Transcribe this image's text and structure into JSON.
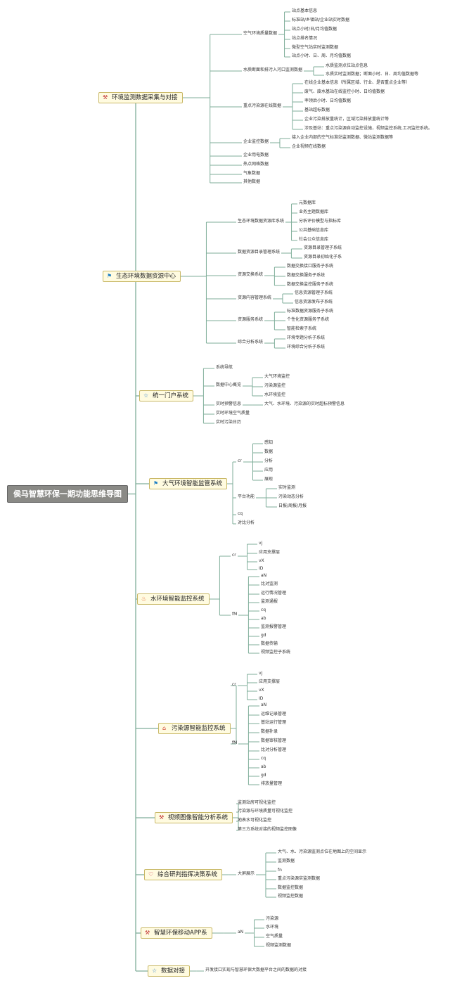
{
  "root": "侯马智慧环保一期功能思维导图",
  "colors": {
    "line": "#7fae9a",
    "root_bg": "#8a8a86",
    "branch_bg": "#fffbe0",
    "branch_border": "#c9b867"
  },
  "branches": [
    {
      "label": "环境监测数据采集与对接",
      "icon": "tools-icon",
      "children": [
        {
          "label": "空气环境质量数据",
          "children": [
            {
              "label": "站点基本信息"
            },
            {
              "label": "标准站/乡镇站/企业站实时数据"
            },
            {
              "label": "站点小时/日/月均值数据"
            },
            {
              "label": "站点排名情况"
            },
            {
              "label": "微型空气站实时监测数据"
            },
            {
              "label": "站点小时、日、周、月均值数据"
            }
          ]
        },
        {
          "label": "水质断面和排污入河口监测数据",
          "children": [
            {
              "label": "水质监测点位站点信息"
            },
            {
              "label": "水质实时监测数据；断面小时、日、周均值数据等"
            }
          ]
        },
        {
          "label": "重点污染源在线数据",
          "children": [
            {
              "label": "在线企业基本信息（所属区域、行业、是否重点企业等）"
            },
            {
              "label": "废气、废水基站在线监控小时、日均值数据"
            },
            {
              "label": "率领后小时、日均值数据"
            },
            {
              "label": "基站超标数据"
            },
            {
              "label": "企业污染排放量统计，区域污染排放量统计等"
            },
            {
              "label": "涉及基站：重点污染源自动监控设施，视频监控系统,工况监控系统。"
            }
          ]
        },
        {
          "label": "企业监控数据",
          "children": [
            {
              "label": "接入企业内部的空气标准站监测数据、微站监测数据等"
            },
            {
              "label": "企业视频在线数据"
            }
          ]
        },
        {
          "label": "企业用电数据"
        },
        {
          "label": "热点网格数据"
        },
        {
          "label": "气象数据"
        },
        {
          "label": "其他数据"
        }
      ]
    },
    {
      "label": "生态环境数据资源中心",
      "icon": "flag-icon",
      "children": [
        {
          "label": "生态环境数据资源库系统",
          "children": [
            {
              "label": "元数据库"
            },
            {
              "label": "业务主题数据库"
            },
            {
              "label": "分析评价模型与指标库"
            },
            {
              "label": "公共基础信息库"
            },
            {
              "label": "社会公众信息库"
            }
          ]
        },
        {
          "label": "数据资源目录管理系统",
          "children": [
            {
              "label": "资源目录管理子系统"
            },
            {
              "label": "资源目录初始化子系"
            }
          ]
        },
        {
          "label": "资源交换系统",
          "children": [
            {
              "label": "数据交换接口服务子系统"
            },
            {
              "label": "数据交换服务子系统"
            },
            {
              "label": "数据交换监控服务子系统"
            }
          ]
        },
        {
          "label": "资源内容管理系统",
          "children": [
            {
              "label": "信息资源管理子系统"
            },
            {
              "label": "信息资源发布子系统"
            }
          ]
        },
        {
          "label": "资源服务系统",
          "children": [
            {
              "label": "标准数据资源服务子系统"
            },
            {
              "label": "个性化资源服务子系统"
            },
            {
              "label": "智能检索子系统"
            }
          ]
        },
        {
          "label": "综合分析系统",
          "children": [
            {
              "label": "环境专题分析子系统"
            },
            {
              "label": "环境综合分析子系统"
            }
          ]
        }
      ]
    },
    {
      "label": "统一门户系统",
      "icon": "star-icon",
      "children": [
        {
          "label": "系统导航"
        },
        {
          "label": "数据中心概览",
          "children": [
            {
              "label": "大气环境监控"
            },
            {
              "label": "污染源监控"
            },
            {
              "label": "水环境监控"
            }
          ]
        },
        {
          "label": "实时预警信息",
          "children": [
            {
              "label": "大气、水环境、污染源的实时超标预警信息"
            }
          ]
        },
        {
          "label": "实时环境空气质量"
        },
        {
          "label": "实时污染日历"
        }
      ]
    },
    {
      "label": "大气环境智能监管系统",
      "icon": "flag-icon",
      "children": [
        {
          "label": "cr",
          "children": [
            {
              "label": "感知"
            },
            {
              "label": "数据"
            },
            {
              "label": "分析"
            },
            {
              "label": "应用"
            },
            {
              "label": "展现"
            }
          ]
        },
        {
          "label": "平台功能",
          "children": [
            {
              "label": "实时监测"
            },
            {
              "label": "污染动态分析"
            },
            {
              "label": "日报/周报/月报"
            }
          ]
        },
        {
          "label": "cq"
        },
        {
          "label": "对比分析"
        }
      ]
    },
    {
      "label": "水环境智能监控系统",
      "icon": "fire-icon",
      "children": [
        {
          "label": "cr",
          "children": [
            {
              "label": "vj"
            },
            {
              "label": "应用支撑层"
            },
            {
              "label": "vX"
            },
            {
              "label": "ID"
            }
          ]
        },
        {
          "label": "fM",
          "children": [
            {
              "label": "aN"
            },
            {
              "label": "比对监测"
            },
            {
              "label": "运行情况管理"
            },
            {
              "label": "监测通报"
            },
            {
              "label": "cq"
            },
            {
              "label": "ab"
            },
            {
              "label": "监测报警管理"
            },
            {
              "label": "gd"
            },
            {
              "label": "数据传输"
            },
            {
              "label": "视频监控子系统"
            }
          ]
        }
      ]
    },
    {
      "label": "污染源智能监控系统",
      "icon": "home-icon",
      "children": [
        {
          "label": "cr",
          "children": [
            {
              "label": "vj"
            },
            {
              "label": "应用支撑层"
            },
            {
              "label": "vX"
            },
            {
              "label": "ID"
            }
          ]
        },
        {
          "label": "fM",
          "children": [
            {
              "label": "aN"
            },
            {
              "label": "运维记录管理"
            },
            {
              "label": "基站运行管理"
            },
            {
              "label": "数据补录"
            },
            {
              "label": "数据审核管理"
            },
            {
              "label": "比对分析管理"
            },
            {
              "label": "cq"
            },
            {
              "label": "ab"
            },
            {
              "label": "gd"
            },
            {
              "label": "排放量管理"
            }
          ]
        }
      ]
    },
    {
      "label": "视频图像智能分析系统",
      "icon": "tools-icon",
      "children": [
        {
          "label": "监测站房可视化监控"
        },
        {
          "label": "污染源与环境质量可视化监控"
        },
        {
          "label": "地表水可视化监控"
        },
        {
          "label": "第三方系统对接的视频监控图像"
        }
      ]
    },
    {
      "label": "综合研判指挥决策系统",
      "icon": "heart-icon",
      "children": [
        {
          "label": "大屏展示",
          "children": [
            {
              "label": "大气、水、污染源监测点位在地图上的空间显示"
            },
            {
              "label": "监测数据"
            },
            {
              "label": "fn"
            },
            {
              "label": "重点污染源实监测数据"
            },
            {
              "label": "数据监控数据"
            },
            {
              "label": "视频监控数据"
            }
          ]
        }
      ]
    },
    {
      "label": "智慧环保移动APP系",
      "icon": "tools-icon",
      "children": [
        {
          "label": "aN",
          "children": [
            {
              "label": "污染源"
            },
            {
              "label": "水环境"
            },
            {
              "label": "空气质量"
            },
            {
              "label": "视频监测数据"
            }
          ]
        }
      ]
    },
    {
      "label": "数据对接",
      "icon": "star-icon",
      "children": [
        {
          "label": "开发接口实现与智慧环保大数据平台之间的数据的对接"
        }
      ]
    }
  ]
}
